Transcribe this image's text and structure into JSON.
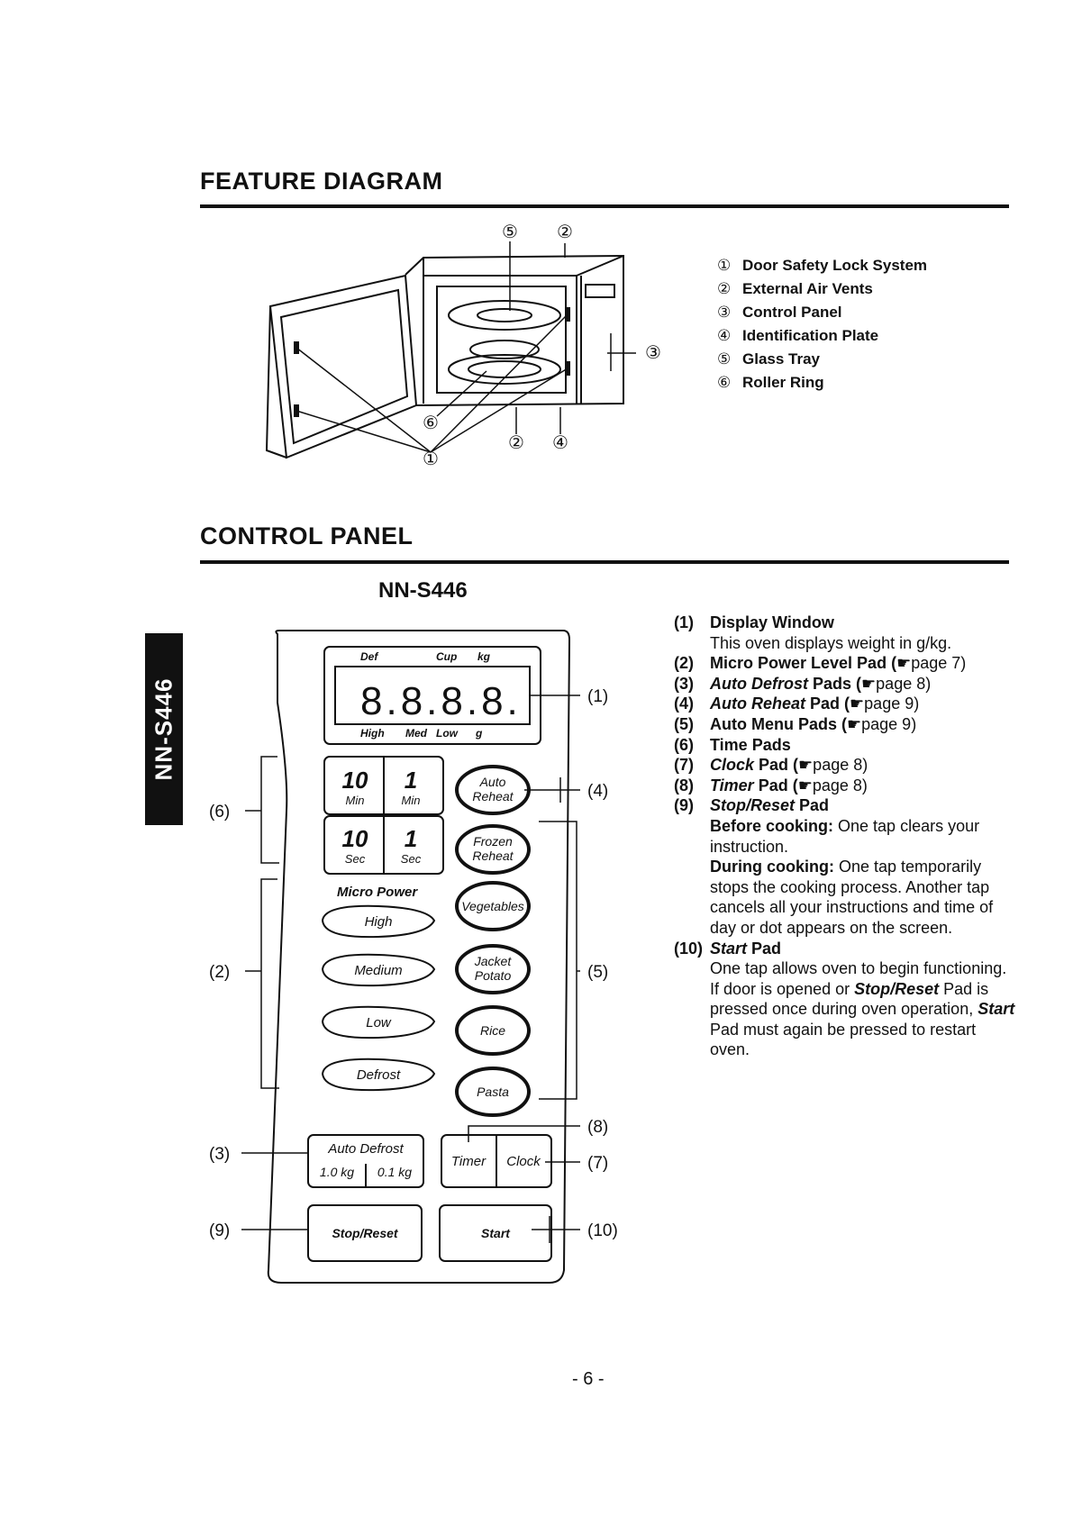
{
  "headings": {
    "feature": "FEATURE DIAGRAM",
    "control": "CONTROL PANEL"
  },
  "side_tab": "NN-S446",
  "model": "NN-S446",
  "diagram_callouts": [
    "⑤",
    "②",
    "③",
    "⑥",
    "②",
    "④",
    "①"
  ],
  "feature_legend": [
    {
      "num": "①",
      "label": "Door Safety Lock System"
    },
    {
      "num": "②",
      "label": "External Air Vents"
    },
    {
      "num": "③",
      "label": "Control Panel"
    },
    {
      "num": "④",
      "label": "Identification Plate"
    },
    {
      "num": "⑤",
      "label": "Glass Tray"
    },
    {
      "num": "⑥",
      "label": "Roller Ring"
    }
  ],
  "panel": {
    "display": {
      "top_labels": [
        "Def",
        "Cup",
        "kg"
      ],
      "digits": "8.8.8.8.",
      "bottom_labels": [
        "High",
        "Med",
        "Low",
        "g"
      ]
    },
    "time_pads": [
      {
        "big": "10",
        "small": "Min"
      },
      {
        "big": "1",
        "small": "Min"
      },
      {
        "big": "10",
        "small": "Sec"
      },
      {
        "big": "1",
        "small": "Sec"
      }
    ],
    "micro_power_title": "Micro Power",
    "power_pads": [
      "High",
      "Medium",
      "Low",
      "Defrost"
    ],
    "menu_pads": [
      [
        "Auto",
        "Reheat"
      ],
      [
        "Frozen",
        "Reheat"
      ],
      [
        "Vegetables"
      ],
      [
        "Jacket",
        "Potato"
      ],
      [
        "Rice"
      ],
      [
        "Pasta"
      ]
    ],
    "auto_defrost": {
      "title": "Auto Defrost",
      "left": "1.0 kg",
      "right": "0.1 kg"
    },
    "timer": "Timer",
    "clock": "Clock",
    "stop_reset": "Stop/Reset",
    "start": "Start",
    "callouts": {
      "c1": "(1)",
      "c2": "(2)",
      "c3": "(3)",
      "c4": "(4)",
      "c5": "(5)",
      "c6": "(6)",
      "c7": "(7)",
      "c8": "(8)",
      "c9": "(9)",
      "c10": "(10)"
    }
  },
  "descriptions": {
    "d1": {
      "n": "(1)",
      "title": "Display Window",
      "text": "This oven displays weight in g/kg."
    },
    "d2": {
      "n": "(2)",
      "title": "Micro Power Level Pad (",
      "ref": "☛page 7)"
    },
    "d3": {
      "n": "(3)",
      "title": "Auto Defrost",
      "rest": " Pads (",
      "ref": "☛page 8)"
    },
    "d4": {
      "n": "(4)",
      "title": "Auto Reheat",
      "rest": " Pad (",
      "ref": "☛page 9)"
    },
    "d5": {
      "n": "(5)",
      "title": "Auto Menu Pads (",
      "ref": "☛page 9)"
    },
    "d6": {
      "n": "(6)",
      "title": "Time Pads"
    },
    "d7": {
      "n": "(7)",
      "title": "Clock",
      "rest": " Pad (",
      "ref": "☛page 8)"
    },
    "d8": {
      "n": "(8)",
      "title": "Timer",
      "rest": " Pad (",
      "ref": "☛page 8)"
    },
    "d9": {
      "n": "(9)",
      "title": "Stop/Reset",
      "rest": " Pad",
      "before_label": "Before cooking:",
      "before_text": " One tap clears your instruction.",
      "during_label": "During cooking:",
      "during_text": " One tap temporarily stops the cooking process. Another tap cancels all your instructions and time of day or dot appears on the screen."
    },
    "d10": {
      "n": "(10)",
      "title": "Start",
      "rest": " Pad",
      "t1": "One tap allows oven to begin functioning. If door is opened or ",
      "t2": "Stop/Reset",
      "t3": " Pad is pressed once during oven operation, ",
      "t4": "Start",
      "t5": " Pad must again be pressed to restart oven."
    }
  },
  "page_number": "- 6 -"
}
